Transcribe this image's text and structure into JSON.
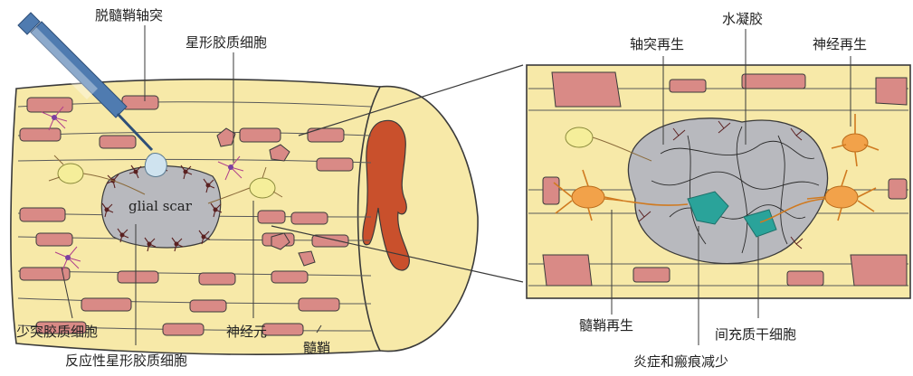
{
  "labels": {
    "demyelinated_axon": "脱髓鞘轴突",
    "astrocyte": "星形胶质细胞",
    "glial_scar": "glial scar",
    "oligodendrocyte": "少突胶质细胞",
    "reactive_astrocyte": "反应性星形胶质细胞",
    "neuron": "神经元",
    "myelin": "髓鞘",
    "axon_regeneration": "轴突再生",
    "hydrogel": "水凝胶",
    "nerve_regeneration": "神经再生",
    "myelin_regeneration": "髓鞘再生",
    "mesenchymal_stem_cell": "间充质干细胞",
    "reduced_inflammation_scar": "炎症和瘢痕减少"
  },
  "colors": {
    "tissue": "#f7e9a8",
    "outline": "#3a3a3a",
    "myelin": "#d98a86",
    "scar": "#b8b9be",
    "gray_matter": "#c9502c",
    "syringe": "#4f7bb0",
    "neuron": "#f5ee9a",
    "regen_neuron": "#f2a24a",
    "stem_cell": "#2aa39a"
  }
}
